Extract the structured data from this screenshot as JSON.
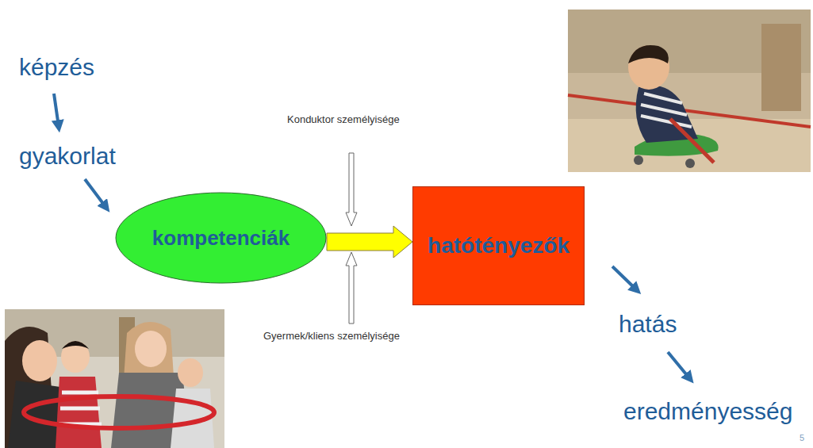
{
  "diagram": {
    "nodes": [
      {
        "text": [
          "kompetenciák"
        ]
      },
      {
        "text": [
          "hatótényezők"
        ]
      }
    ],
    "edges": [
      {
        "from": 0,
        "to": 1,
        "arrow": "to"
      }
    ],
    "labels": [
      "képzés",
      "gyakorlat",
      "Konduktor személyisége",
      "Gyermek/kliens személyisége",
      "hatás",
      "eredményesség",
      "5"
    ]
  }
}
